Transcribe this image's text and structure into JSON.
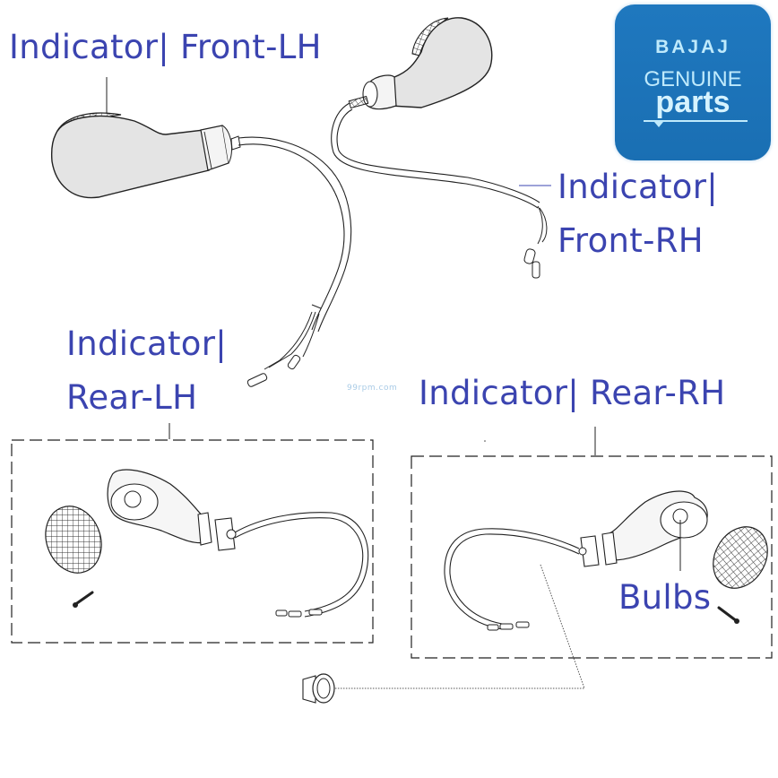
{
  "logo": {
    "brand": "BAJAJ",
    "line2": "GENUINE",
    "line3": "parts",
    "background_color": "#1a6fb3",
    "text_color": "#bfeafc"
  },
  "labels": {
    "front_lh": "Indicator| Front-LH",
    "front_rh_line1": "Indicator|",
    "front_rh_line2": "Front-RH",
    "rear_lh_line1": "Indicator|",
    "rear_lh_line2": "Rear-LH",
    "rear_rh": "Indicator| Rear-RH",
    "bulbs": "Bulbs"
  },
  "watermark": "99rpm.com",
  "label_color": "#3b44b0",
  "parts": [
    {
      "id": "front-lh",
      "name": "Front LH indicator"
    },
    {
      "id": "front-rh",
      "name": "Front RH indicator"
    },
    {
      "id": "rear-lh",
      "name": "Rear LH indicator assembly"
    },
    {
      "id": "rear-rh",
      "name": "Rear RH indicator assembly"
    },
    {
      "id": "bulb",
      "name": "Bulb"
    },
    {
      "id": "grommet",
      "name": "Grommet nut"
    }
  ]
}
